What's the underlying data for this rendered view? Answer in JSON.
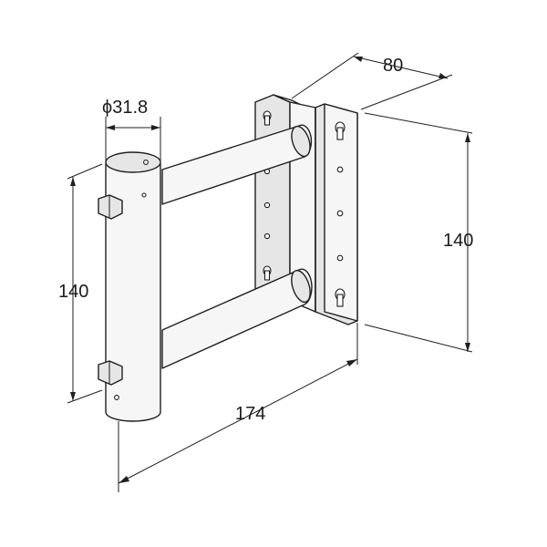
{
  "dimensions": {
    "pipe_diameter": "ϕ31.8",
    "depth": "80",
    "height_right": "140",
    "height_left": "140",
    "length": "174"
  }
}
